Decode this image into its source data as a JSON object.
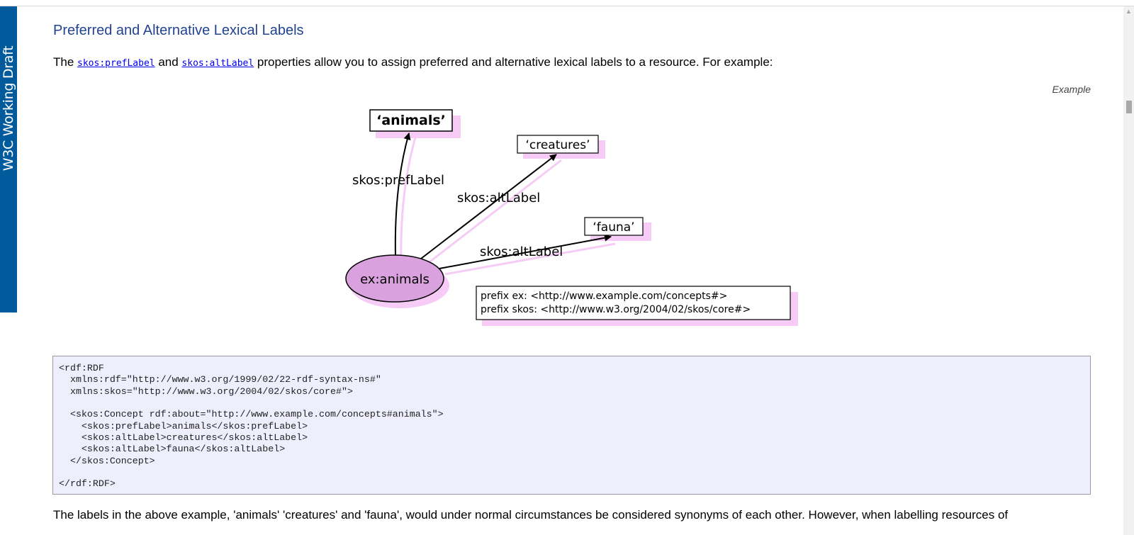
{
  "sidebar_tab": {
    "label": "W3C Working Draft"
  },
  "heading": "Preferred and Alternative Lexical Labels",
  "intro": {
    "before": "The ",
    "link1": "skos:prefLabel",
    "middle": " and ",
    "link2": "skos:altLabel",
    "after": " properties allow you to assign preferred and alternative lexical labels to a resource. For example:"
  },
  "example_caption": "Example",
  "diagram": {
    "concept_node": "ex:animals",
    "label_animals": "‘animals’",
    "label_creatures": "‘creatures’",
    "label_fauna": "‘fauna’",
    "edge_pref": "skos:prefLabel",
    "edge_alt1": "skos:altLabel",
    "edge_alt2": "skos:altLabel",
    "prefix_line1": "prefix ex: <http://www.example.com/concepts#>",
    "prefix_line2": "prefix skos: <http://www.w3.org/2004/02/skos/core#>",
    "node_fill": "#d9a2df",
    "shadow_color": "#f6ccf6"
  },
  "code": "<rdf:RDF\n  xmlns:rdf=\"http://www.w3.org/1999/02/22-rdf-syntax-ns#\"\n  xmlns:skos=\"http://www.w3.org/2004/02/skos/core#\">\n\n  <skos:Concept rdf:about=\"http://www.example.com/concepts#animals\">\n    <skos:prefLabel>animals</skos:prefLabel>\n    <skos:altLabel>creatures</skos:altLabel>\n    <skos:altLabel>fauna</skos:altLabel>\n  </skos:Concept>\n\n</rdf:RDF>",
  "para2": "The labels in the above example, 'animals' 'creatures' and 'fauna', would under normal circumstances be considered synonyms of each other. However, when labelling resources of",
  "colors": {
    "heading": "#21438f",
    "w3c_blue": "#005a9c",
    "link": "#0000ee",
    "code_bg": "#eeeefd"
  }
}
